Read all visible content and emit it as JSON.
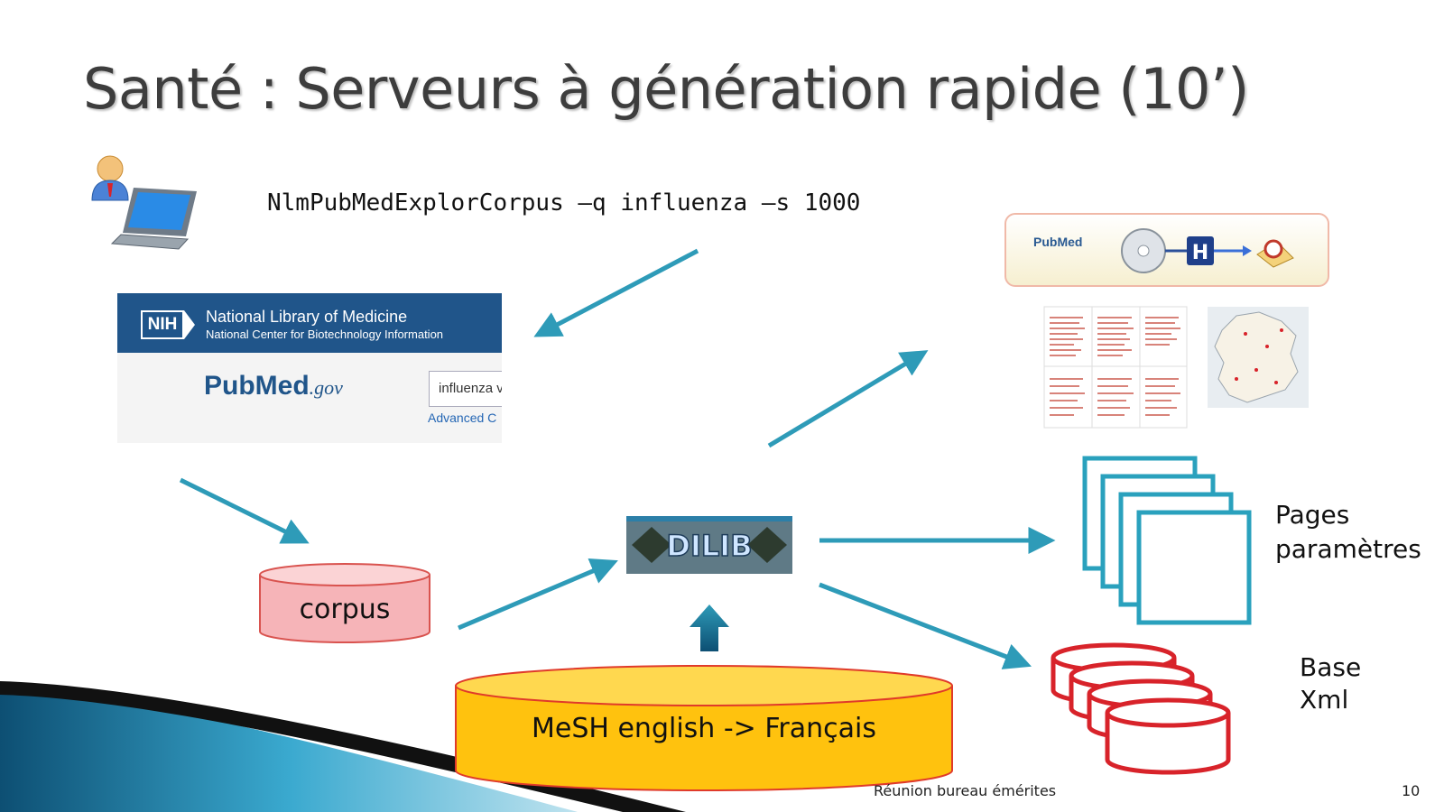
{
  "slide": {
    "title": "Santé : Serveurs à génération rapide (10’)",
    "command": "NlmPubMedExplorCorpus —q influenza —s 1000",
    "footer": "Réunion bureau émérites",
    "page_number": "10"
  },
  "pubmed_screenshot": {
    "nih_badge": "NIH",
    "org_name": "National Library of Medicine",
    "org_subtitle": "National Center for Biotechnology Information",
    "logo_text": "PubMed",
    "logo_suffix": ".gov",
    "search_value": "influenza v",
    "advanced_link": "Advanced  C"
  },
  "pipeline_banner": {
    "pubmed_text": "PubMed",
    "h_letter": "H"
  },
  "nodes": {
    "corpus": "corpus",
    "mesh": "MeSH english -> Français",
    "dilib": "DILIB",
    "pages": [
      "Pages",
      "paramètres"
    ],
    "base": [
      "Base",
      "Xml"
    ]
  },
  "colors": {
    "arrow": "#2e9bb8",
    "corpus_fill": "#f6b4b8",
    "corpus_stroke": "#d9534f",
    "mesh_fill": "#ffc20e",
    "mesh_stroke": "#e03a2a",
    "pages_stroke": "#2aa1bd",
    "base_stroke": "#d8232a",
    "title": "#3d3d3d"
  }
}
